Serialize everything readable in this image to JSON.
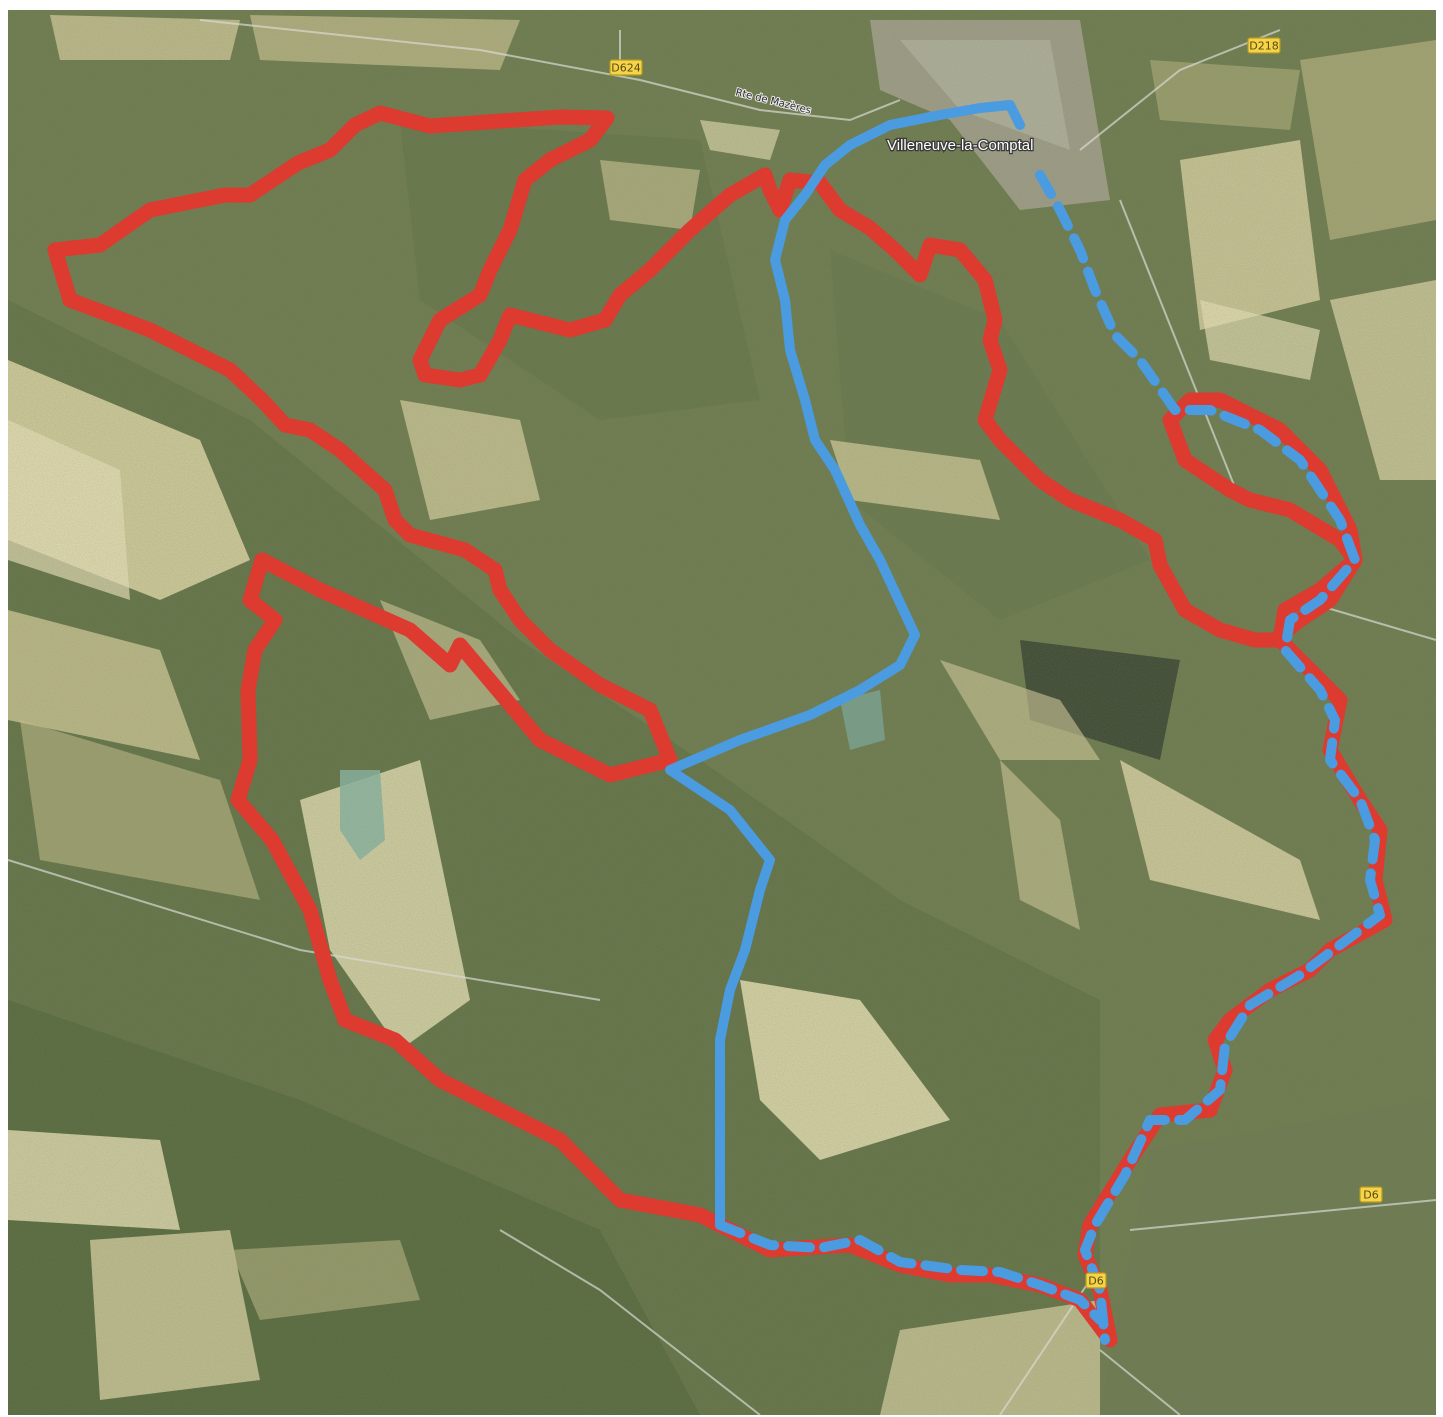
{
  "map": {
    "type": "satellite",
    "place_label": "Villeneuve-la-Comptal",
    "street_label": "Rte de Mazères",
    "road_badges": [
      "D624",
      "D218",
      "D6",
      "D6"
    ],
    "colors": {
      "route_red": "#dd3a30",
      "route_blue": "#4a9be0",
      "road_badge": "#f5d44a"
    }
  }
}
